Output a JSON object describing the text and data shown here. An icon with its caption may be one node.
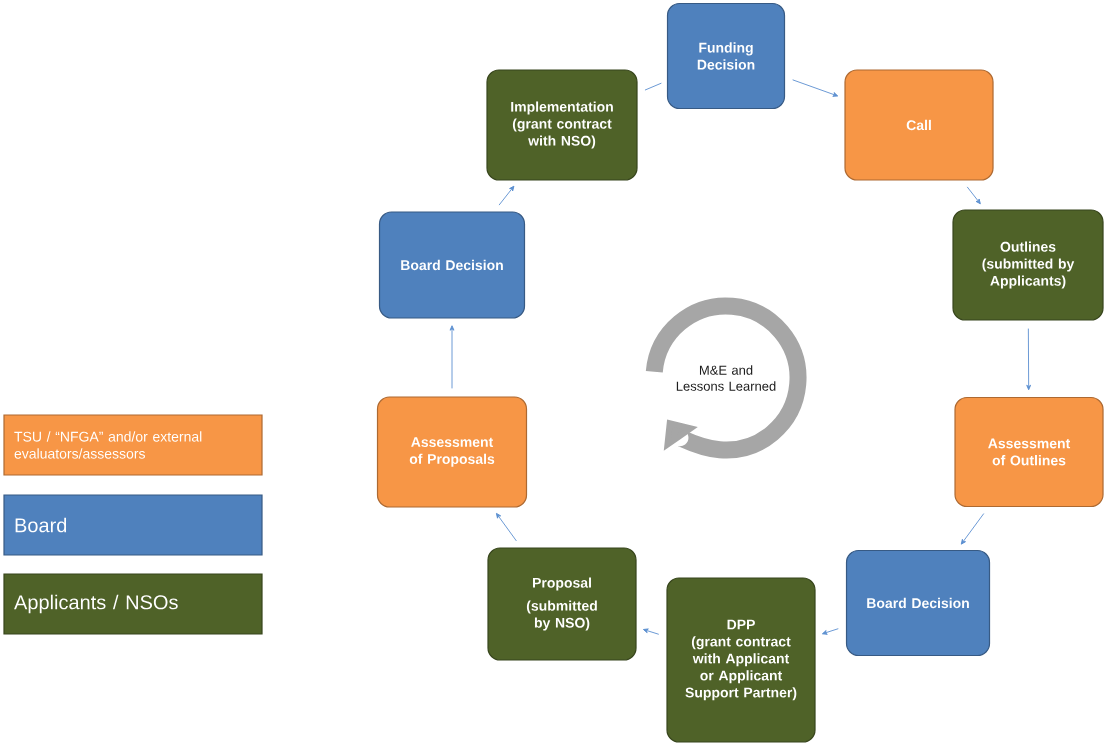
{
  "diagram": {
    "nodes": [
      {
        "text": [
          "Funding Decision"
        ]
      },
      {
        "text": [
          "Call"
        ]
      },
      {
        "text": [
          "Outlines",
          "(submitted by Applicants)"
        ]
      },
      {
        "text": [
          "Assessment of Outlines"
        ]
      },
      {
        "text": [
          "Board Decision"
        ]
      },
      {
        "text": [
          "DPP",
          "(grant contract with Applicant or Applicant Support Partner)"
        ]
      },
      {
        "text": [
          "Proposal",
          "(submitted by NSO)"
        ]
      },
      {
        "text": [
          "Assessment of Proposals"
        ]
      },
      {
        "text": [
          "Board Decision"
        ]
      },
      {
        "text": [
          "Implementation",
          "(grant contract with NSO)"
        ]
      },
      {
        "text": [
          "M&E and Lessons Learned"
        ]
      }
    ],
    "edges": [
      {
        "from": 0,
        "to": 1,
        "arrow": "to"
      },
      {
        "from": 1,
        "to": 2,
        "arrow": "to"
      },
      {
        "from": 2,
        "to": 3,
        "arrow": "to"
      },
      {
        "from": 3,
        "to": 4,
        "arrow": "to"
      },
      {
        "from": 4,
        "to": 5,
        "arrow": "to"
      },
      {
        "from": 5,
        "to": 6,
        "arrow": "to"
      },
      {
        "from": 6,
        "to": 7,
        "arrow": "to"
      },
      {
        "from": 7,
        "to": 8,
        "arrow": "to"
      },
      {
        "from": 8,
        "to": 9,
        "arrow": "to"
      },
      {
        "from": 9,
        "to": 0,
        "arrow": "none"
      }
    ],
    "legend": [
      {
        "text": "TSU / “NFGA” and/or external evaluators/assessors",
        "color": "#f79646"
      },
      {
        "text": "Board",
        "color": "#4f81bd"
      },
      {
        "text": "Applicants / NSOs",
        "color": "#4f6228"
      }
    ]
  }
}
